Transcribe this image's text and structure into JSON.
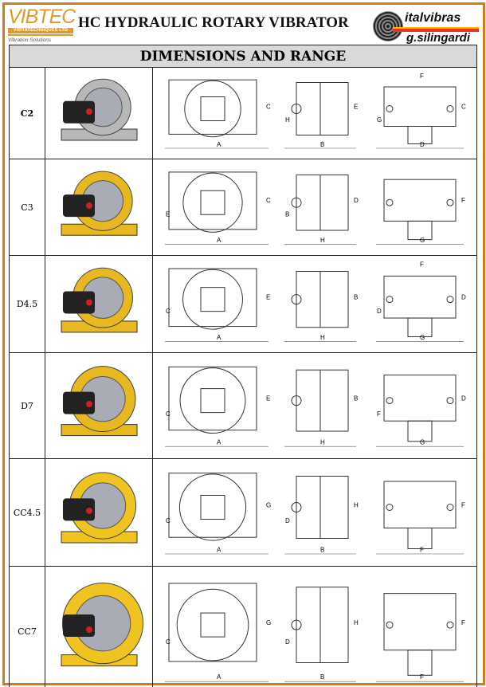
{
  "header": {
    "brand_left": "VIBTEC",
    "brand_left_sub": "VIBRATECHNIQUES LTD",
    "brand_left_tagline": "Vibration Solutions",
    "title": "HC HYDRAULIC ROTARY VIBRATOR",
    "brand_right_1": "italvibras",
    "brand_right_2": "g.silingardi"
  },
  "table": {
    "heading": "DIMENSIONS AND RANGE",
    "rows": [
      {
        "model": "C2",
        "body_color": "#b8b8b8",
        "views": [
          [
            "A",
            "C"
          ],
          [
            "B",
            "E",
            "H"
          ],
          [
            "D",
            "C",
            "G",
            "F"
          ]
        ]
      },
      {
        "model": "C3",
        "body_color": "#e8b820",
        "views": [
          [
            "A",
            "C",
            "E"
          ],
          [
            "H",
            "D",
            "B"
          ],
          [
            "G",
            "F"
          ]
        ]
      },
      {
        "model": "D4.5",
        "body_color": "#e8b820",
        "views": [
          [
            "A",
            "E",
            "C"
          ],
          [
            "H",
            "B"
          ],
          [
            "G",
            "D",
            "D",
            "F"
          ]
        ]
      },
      {
        "model": "D7",
        "body_color": "#e8b820",
        "views": [
          [
            "A",
            "E",
            "C"
          ],
          [
            "H",
            "B"
          ],
          [
            "G",
            "D",
            "F"
          ]
        ]
      },
      {
        "model": "CC4.5",
        "body_color": "#f0c420",
        "views": [
          [
            "A",
            "G",
            "C"
          ],
          [
            "B",
            "H",
            "D"
          ],
          [
            "F",
            "F"
          ]
        ]
      },
      {
        "model": "CC7",
        "body_color": "#f0c420",
        "views": [
          [
            "A",
            "G",
            "C"
          ],
          [
            "B",
            "H",
            "D"
          ],
          [
            "F",
            "F"
          ]
        ]
      }
    ]
  }
}
